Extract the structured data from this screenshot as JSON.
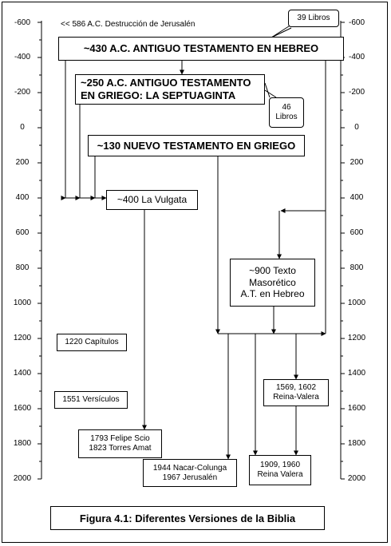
{
  "axis": {
    "ticks": [
      "-600",
      "-400",
      "-200",
      "0",
      "200",
      "400",
      "600",
      "800",
      "1000",
      "1200",
      "1400",
      "1600",
      "1800",
      "2000"
    ]
  },
  "header_note": "<< 586 A.C.  Destrucción de Jerusalén",
  "callouts": {
    "libros39": "39 Libros",
    "libros46": "46\nLibros"
  },
  "boxes": {
    "at_hebreo": "~430 A.C. ANTIGUO TESTAMENTO EN HEBREO",
    "septuaginta": "~250 A.C. ANTIGUO TESTAMENTO\nEN GRIEGO:  LA SEPTUAGINTA",
    "nt_griego": "~130 NUEVO TESTAMENTO EN GRIEGO",
    "vulgata": "~400 La Vulgata",
    "masoretico": "~900 Texto\nMasorético\nA.T. en Hebreo",
    "capitulos": "1220 Capítulos",
    "versiculos": "1551 Versículos",
    "scio_amat": "1793 Felipe Scio\n1823 Torres Amat",
    "reina_valera_1569": "1569, 1602\nReina-Valera",
    "nacar_colunga": "1944 Nacar-Colunga\n1967 Jerusalén",
    "reina_valera_1909": "1909, 1960\nReina Valera"
  },
  "caption": "Figura 4.1: Diferentes Versiones de la Biblia"
}
